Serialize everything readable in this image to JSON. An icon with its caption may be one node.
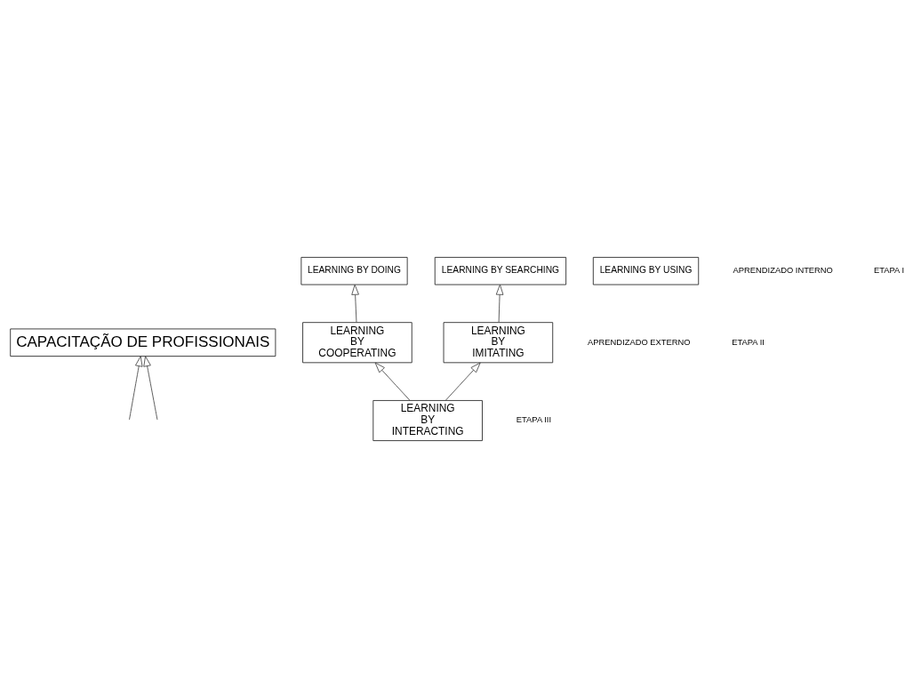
{
  "diagram": {
    "nodes": [
      {
        "text": [
          "CAPACITAÇÃO DE PROFISSIONAIS"
        ]
      },
      {
        "text": [
          "LEARNING BY DOING"
        ]
      },
      {
        "text": [
          "LEARNING BY USING"
        ]
      },
      {
        "text": [
          "LEARNING BY SEARCHING"
        ]
      },
      {
        "text": [
          "LEARNING BY COOPERATING"
        ]
      },
      {
        "text": [
          "LEARNING BY IMITATING"
        ]
      },
      {
        "text": [
          "LEARNING BY INTERACTING"
        ]
      }
    ],
    "edges": [
      {
        "from": null,
        "to": 0,
        "arrow": "to"
      },
      {
        "from": null,
        "to": 0,
        "arrow": "to"
      },
      {
        "from": 4,
        "to": 1,
        "arrow": "to"
      },
      {
        "from": 5,
        "to": 3,
        "arrow": "to"
      },
      {
        "from": 6,
        "to": 4,
        "arrow": "to"
      },
      {
        "from": 6,
        "to": 5,
        "arrow": "to"
      }
    ],
    "labels": [
      "APRENDIZADO INTERNO",
      "ETAPA I",
      "APRENDIZADO EXTERNO",
      "ETAPA II",
      "ETAPA III"
    ]
  }
}
